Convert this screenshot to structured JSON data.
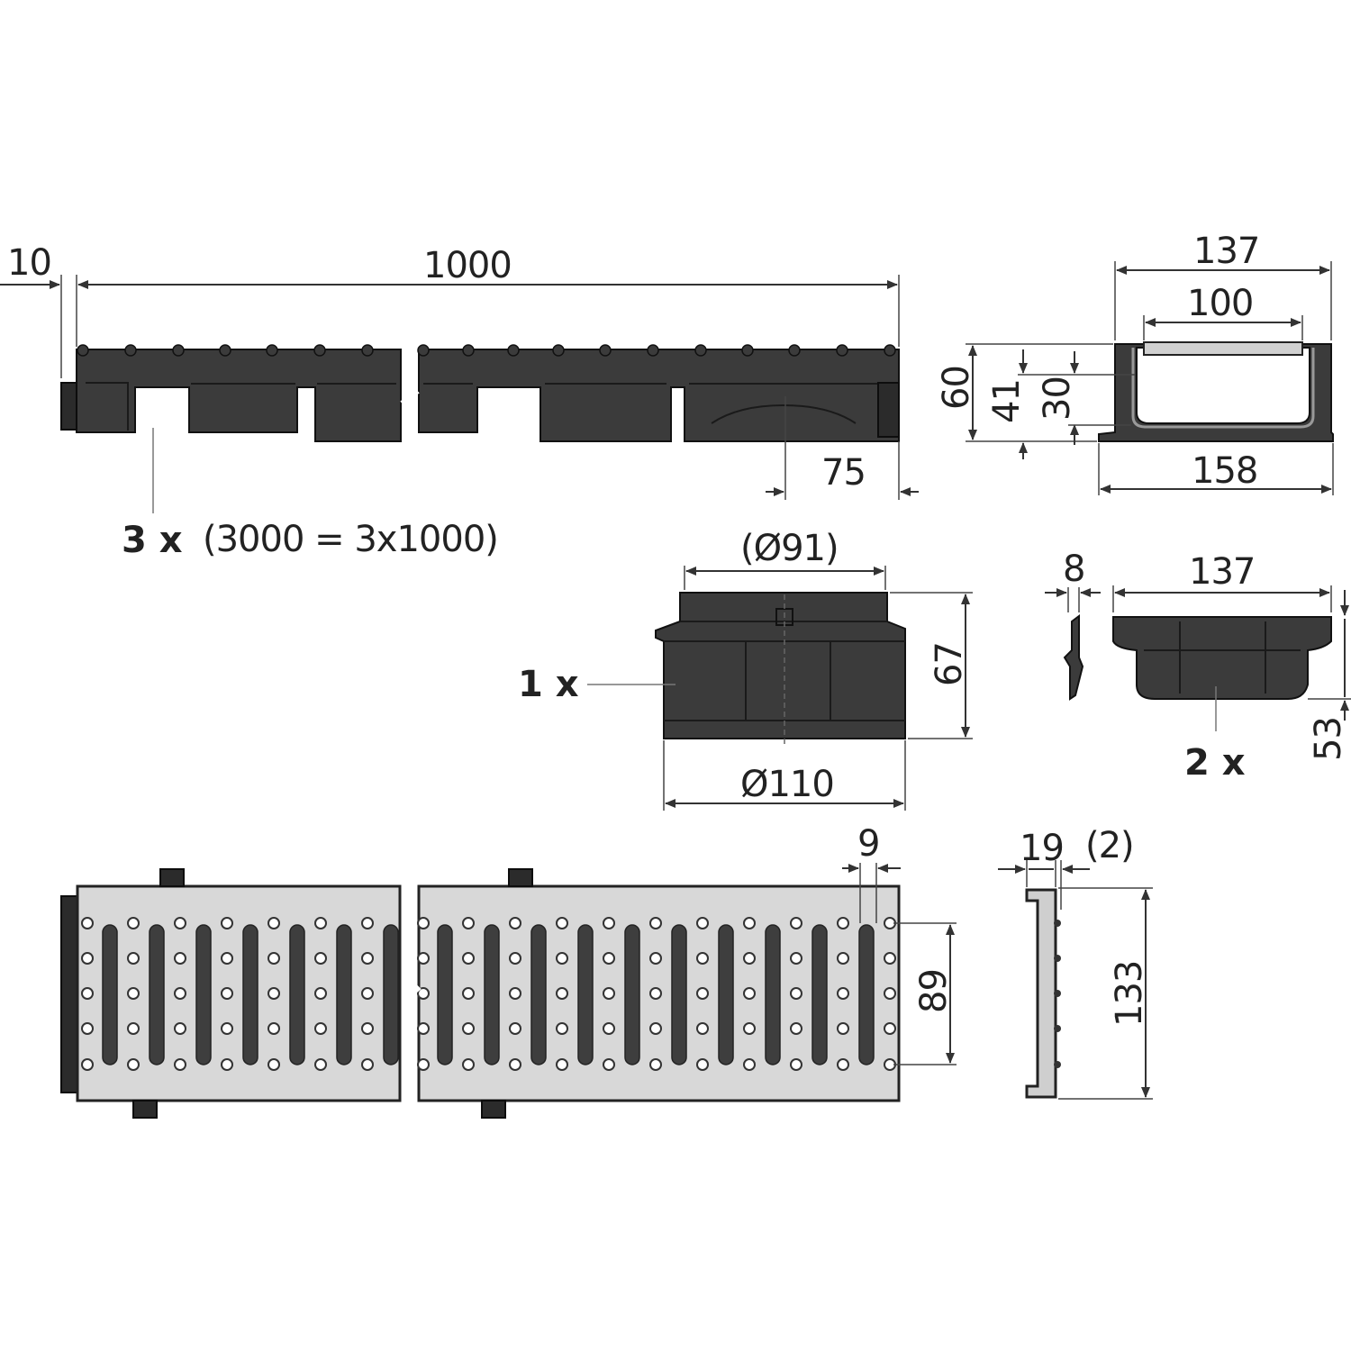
{
  "channel": {
    "dim_end_gap": "10",
    "dim_length": "1000",
    "dim_outlet_offset": "75",
    "quantity": "3 x",
    "quantity_note": "(3000 = 3x1000)"
  },
  "channel_section": {
    "dim_top_outer": "137",
    "dim_top_inner": "100",
    "dim_height_total": "60",
    "dim_height_inner": "41",
    "dim_height_channel": "30",
    "dim_base_width": "158"
  },
  "outlet": {
    "dim_inner_diameter": "(Ø91)",
    "dim_height": "67",
    "dim_outer_diameter": "Ø110",
    "quantity": "1 x"
  },
  "end_cap": {
    "dim_thickness": "8",
    "dim_width": "137",
    "dim_height": "53",
    "quantity": "2 x"
  },
  "grate": {
    "dim_slot_width": "9",
    "dim_hole_span": "89"
  },
  "grate_section": {
    "dim_thickness": "19",
    "dim_flange": "(2)",
    "dim_width": "133"
  }
}
